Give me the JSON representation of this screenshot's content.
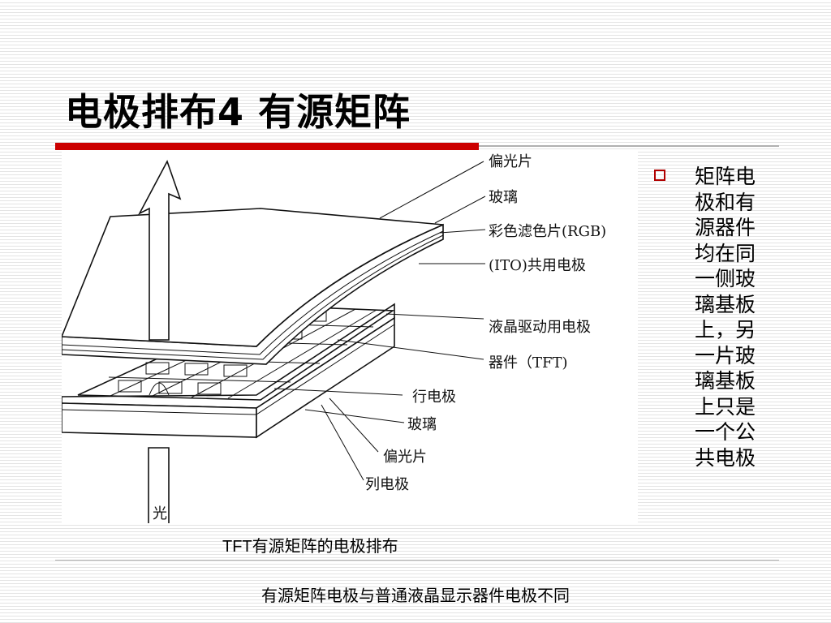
{
  "slide": {
    "title": "电极排布4 有源矩阵",
    "bullet_text": "矩阵电极和有源器件均在同一侧玻璃基板上，另一片玻璃基板上只是一个公共电极",
    "caption": "TFT有源矩阵的电极排布",
    "footer": "有源矩阵电极与普通液晶显示器件电极不同"
  },
  "figure": {
    "labels": {
      "polarizer_top": "偏光片",
      "glass_top": "玻璃",
      "color_filter": "彩色滤色片(RGB)",
      "ito": "(ITO)共用电极",
      "lc_drive": "液晶驱动用电极",
      "tft": "器件（TFT)",
      "row_electrode": "行电极",
      "glass_bottom": "玻璃",
      "polarizer_bottom": "偏光片",
      "column_electrode": "列电极",
      "light": "光"
    }
  },
  "colors": {
    "accent_red": "#cc0000",
    "bullet": "#b00000",
    "rule": "#b0b0b0"
  }
}
